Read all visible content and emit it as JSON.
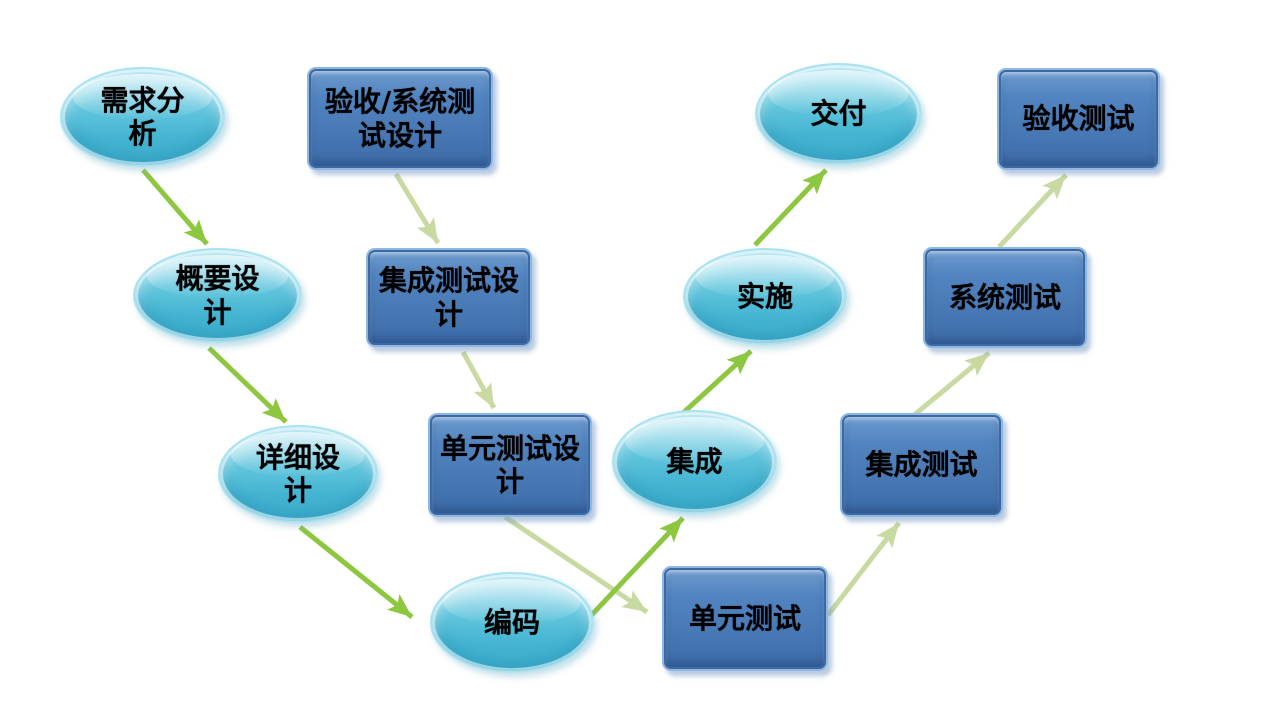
{
  "diagram": {
    "description_colors": {
      "ellipse_fill": "#4fbdd8",
      "ellipse_border": "#abe2f0",
      "rect_fill": "#4a7ab6",
      "rect_border": "#8fb7e0",
      "arrow_primary_green": "#8dc63f",
      "arrow_secondary_pale_green": "#c8d9a2",
      "text": "#000000",
      "background": "#ffffff"
    },
    "nodes": [
      {
        "id": "requirements-analysis",
        "shape": "ellipse",
        "label": "需求分\n析"
      },
      {
        "id": "acceptance-system-test-design",
        "shape": "rect",
        "label": "验收/系统测\n试设计"
      },
      {
        "id": "preliminary-design",
        "shape": "ellipse",
        "label": "概要设\n计"
      },
      {
        "id": "integration-test-design",
        "shape": "rect",
        "label": "集成测试设\n计"
      },
      {
        "id": "detailed-design",
        "shape": "ellipse",
        "label": "详细设\n计"
      },
      {
        "id": "unit-test-design",
        "shape": "rect",
        "label": "单元测试设\n计"
      },
      {
        "id": "coding",
        "shape": "ellipse",
        "label": "编码"
      },
      {
        "id": "unit-test",
        "shape": "rect",
        "label": "单元测试"
      },
      {
        "id": "integration",
        "shape": "ellipse",
        "label": "集成"
      },
      {
        "id": "integration-test",
        "shape": "rect",
        "label": "集成测试"
      },
      {
        "id": "implementation",
        "shape": "ellipse",
        "label": "实施"
      },
      {
        "id": "system-test",
        "shape": "rect",
        "label": "系统测试"
      },
      {
        "id": "delivery",
        "shape": "ellipse",
        "label": "交付"
      },
      {
        "id": "acceptance-test",
        "shape": "rect",
        "label": "验收测试"
      }
    ],
    "edges": [
      {
        "from": "requirements-analysis",
        "to": "preliminary-design",
        "style": "primary"
      },
      {
        "from": "preliminary-design",
        "to": "detailed-design",
        "style": "primary"
      },
      {
        "from": "detailed-design",
        "to": "coding",
        "style": "primary"
      },
      {
        "from": "coding",
        "to": "integration",
        "style": "primary"
      },
      {
        "from": "integration",
        "to": "implementation",
        "style": "primary"
      },
      {
        "from": "implementation",
        "to": "delivery",
        "style": "primary"
      },
      {
        "from": "acceptance-system-test-design",
        "to": "integration-test-design",
        "style": "secondary"
      },
      {
        "from": "integration-test-design",
        "to": "unit-test-design",
        "style": "secondary"
      },
      {
        "from": "unit-test-design",
        "to": "unit-test",
        "style": "secondary"
      },
      {
        "from": "unit-test",
        "to": "integration-test",
        "style": "secondary"
      },
      {
        "from": "integration-test",
        "to": "system-test",
        "style": "secondary"
      },
      {
        "from": "system-test",
        "to": "acceptance-test",
        "style": "secondary"
      }
    ]
  }
}
